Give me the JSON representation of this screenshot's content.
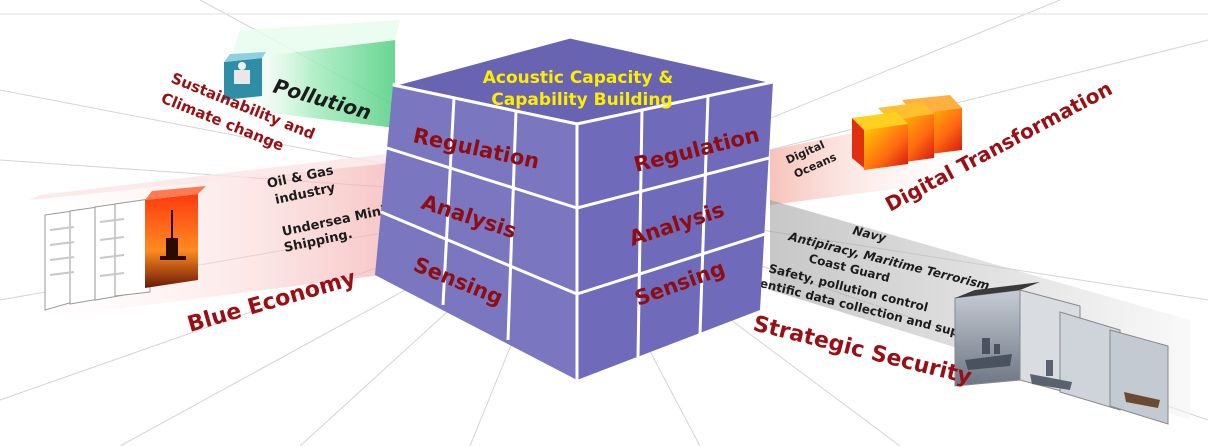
{
  "cube": {
    "top_line1": "Acoustic Capacity &",
    "top_line2": "Capability Building",
    "left_face": [
      "Regulation",
      "Analysis",
      "Sensing"
    ],
    "right_face": [
      "Regulation",
      "Analysis",
      "Sensing"
    ]
  },
  "sustainability": {
    "line1": "Sustainability and",
    "line2": "Climate change",
    "pollution": "Pollution"
  },
  "blue_economy": {
    "title": "Blue Economy",
    "oil_line1": "Oil & Gas",
    "oil_line2": "industry",
    "mining_line1": "Undersea Mining,",
    "mining_line2": "Shipping."
  },
  "digital": {
    "title": "Digital Transformation",
    "oceans_line1": "Digital",
    "oceans_line2": "Oceans"
  },
  "security": {
    "title": "Strategic Security",
    "navy": "Navy",
    "navy_detail": "Antipiracy, Maritime Terrorism",
    "coast_guard": "Coast Guard",
    "safety": "Safety, pollution control",
    "scientific": "Scientific data collection and support"
  },
  "colors": {
    "cube_face": "#7b76c0",
    "cube_top": "#6b66b4",
    "label_red": "#9a0f14",
    "top_text": "#ffee00",
    "pollution_green": "#5fd08a",
    "digital_orange": "#f05a1e",
    "security_gray": "#b8b8b8"
  }
}
